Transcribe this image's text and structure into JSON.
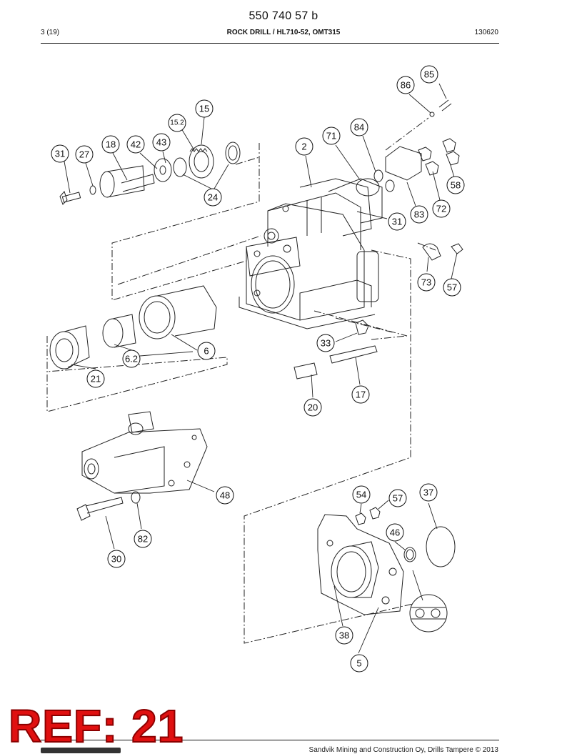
{
  "header": {
    "doc_number": "550 740 57 b",
    "page_count": "3 (19)",
    "title": "ROCK DRILL / HL710-52, OMT315",
    "date": "130620"
  },
  "callouts": {
    "c85": "85",
    "c86": "86",
    "c15": "15",
    "c15_2": "15.2",
    "c84": "84",
    "c71": "71",
    "c2": "2",
    "c31a": "31",
    "c27": "27",
    "c18": "18",
    "c42": "42",
    "c43": "43",
    "c58": "58",
    "c24": "24",
    "c72": "72",
    "c83": "83",
    "c31b": "31",
    "c73": "73",
    "c57a": "57",
    "c6": "6",
    "c6_2": "6.2",
    "c33": "33",
    "c21": "21",
    "c17": "17",
    "c20": "20",
    "c48": "48",
    "c54": "54",
    "c57b": "57",
    "c37": "37",
    "c82": "82",
    "c46": "46",
    "c30": "30",
    "c38": "38",
    "c5": "5"
  },
  "footer": {
    "ref_label": "REF: 21",
    "copyright": "Sandvik Mining and Construction Oy, Drills Tampere © 2013"
  }
}
